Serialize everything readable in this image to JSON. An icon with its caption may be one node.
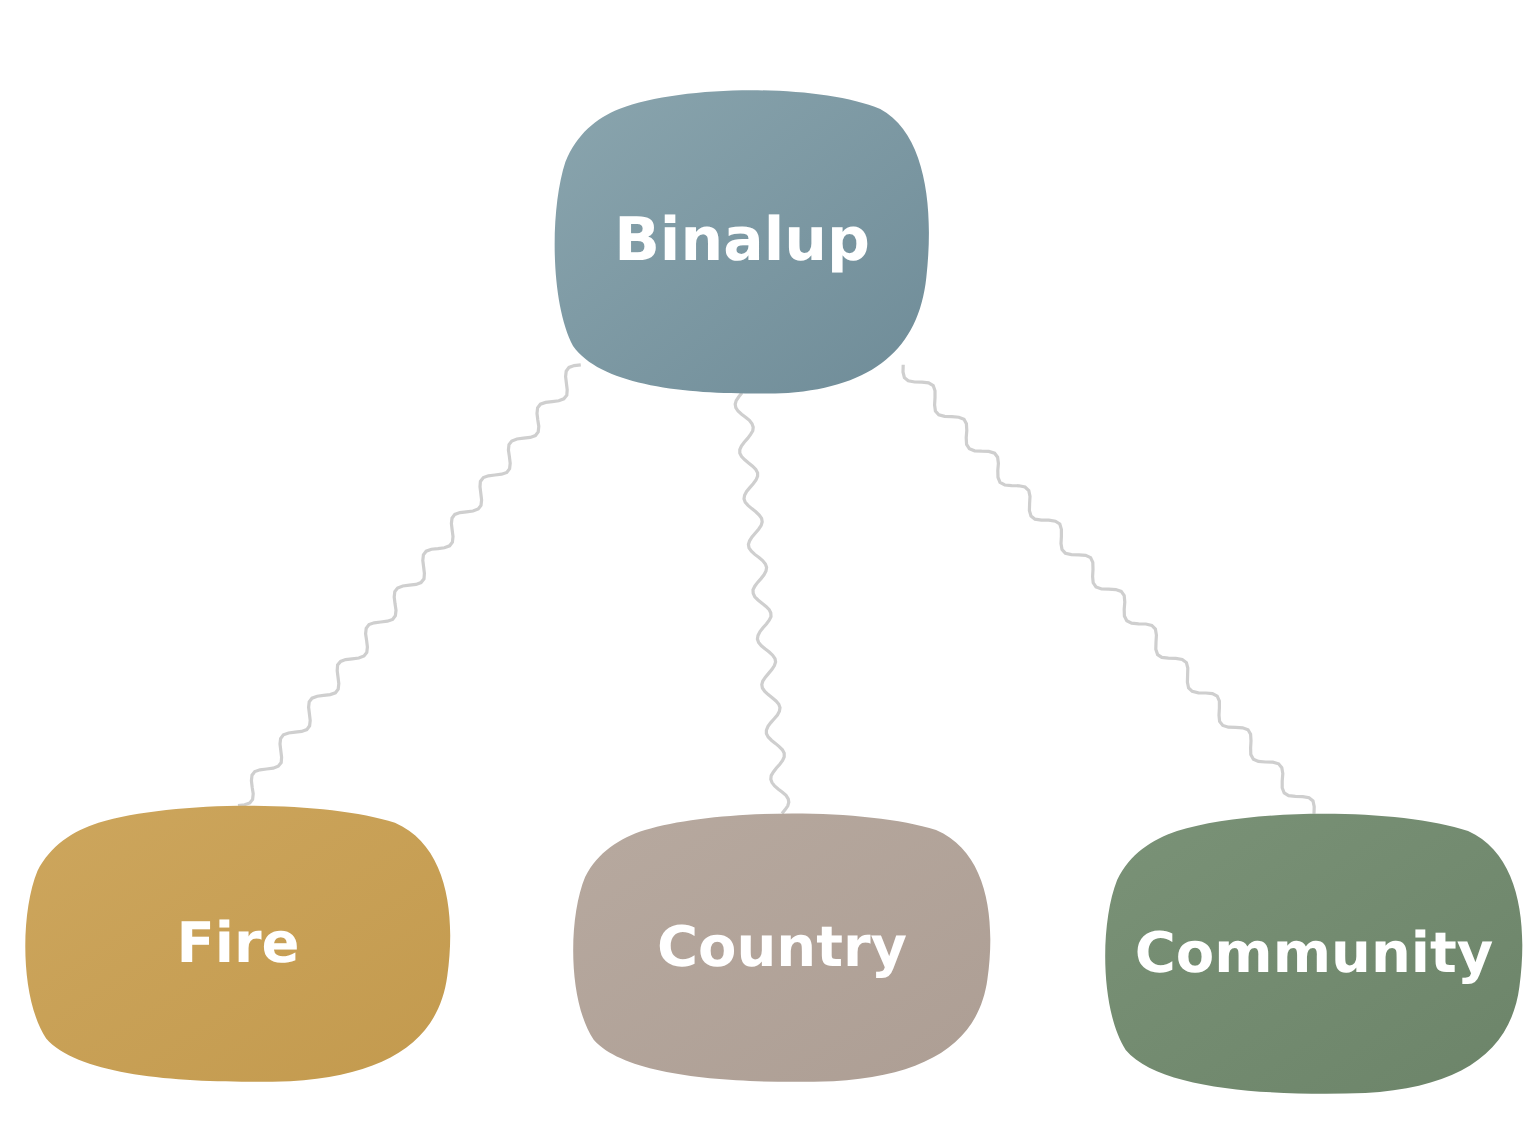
{
  "diagram": {
    "nodes": [
      {
        "text": [
          "Binalup"
        ]
      },
      {
        "text": [
          "Fire"
        ]
      },
      {
        "text": [
          "Country"
        ]
      },
      {
        "text": [
          "Community"
        ]
      }
    ],
    "edges": [
      {
        "from": 0,
        "to": 1,
        "arrow": "none"
      },
      {
        "from": 0,
        "to": 2,
        "arrow": "none"
      },
      {
        "from": 0,
        "to": 3,
        "arrow": "none"
      }
    ]
  }
}
